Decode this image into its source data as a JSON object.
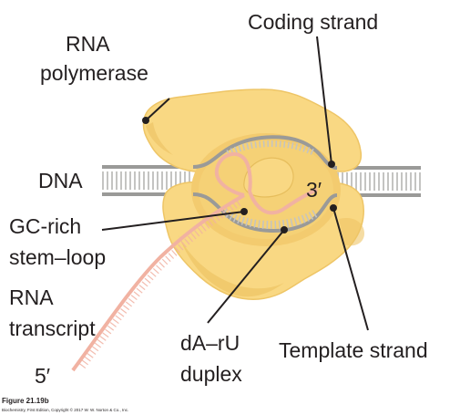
{
  "labels": {
    "rna_polymerase_line1": "RNA",
    "rna_polymerase_line2": "polymerase",
    "coding_strand": "Coding strand",
    "dna": "DNA",
    "three_prime": "3′",
    "gc_rich_line1": "GC-rich",
    "gc_rich_line2": "stem–loop",
    "rna_transcript_line1": "RNA",
    "rna_transcript_line2": "transcript",
    "five_prime": "5′",
    "dA_rU_line1": "dA–rU",
    "dA_rU_line2": "duplex",
    "template_strand": "Template strand"
  },
  "caption": {
    "figure": "Figure 21.19b",
    "credit": "Biochemistry, First Edition, Copyright © 2017 W. W. Norton & Co., Inc."
  },
  "colors": {
    "polymerase_fill": "#f9d883",
    "polymerase_shade": "#eec566",
    "polymerase_cleft": "#f3cb6f",
    "dna_strand": "#9a9a98",
    "dna_rungs": "#c4c4c2",
    "rna": "#f1b2a2",
    "text": "#231f20"
  }
}
